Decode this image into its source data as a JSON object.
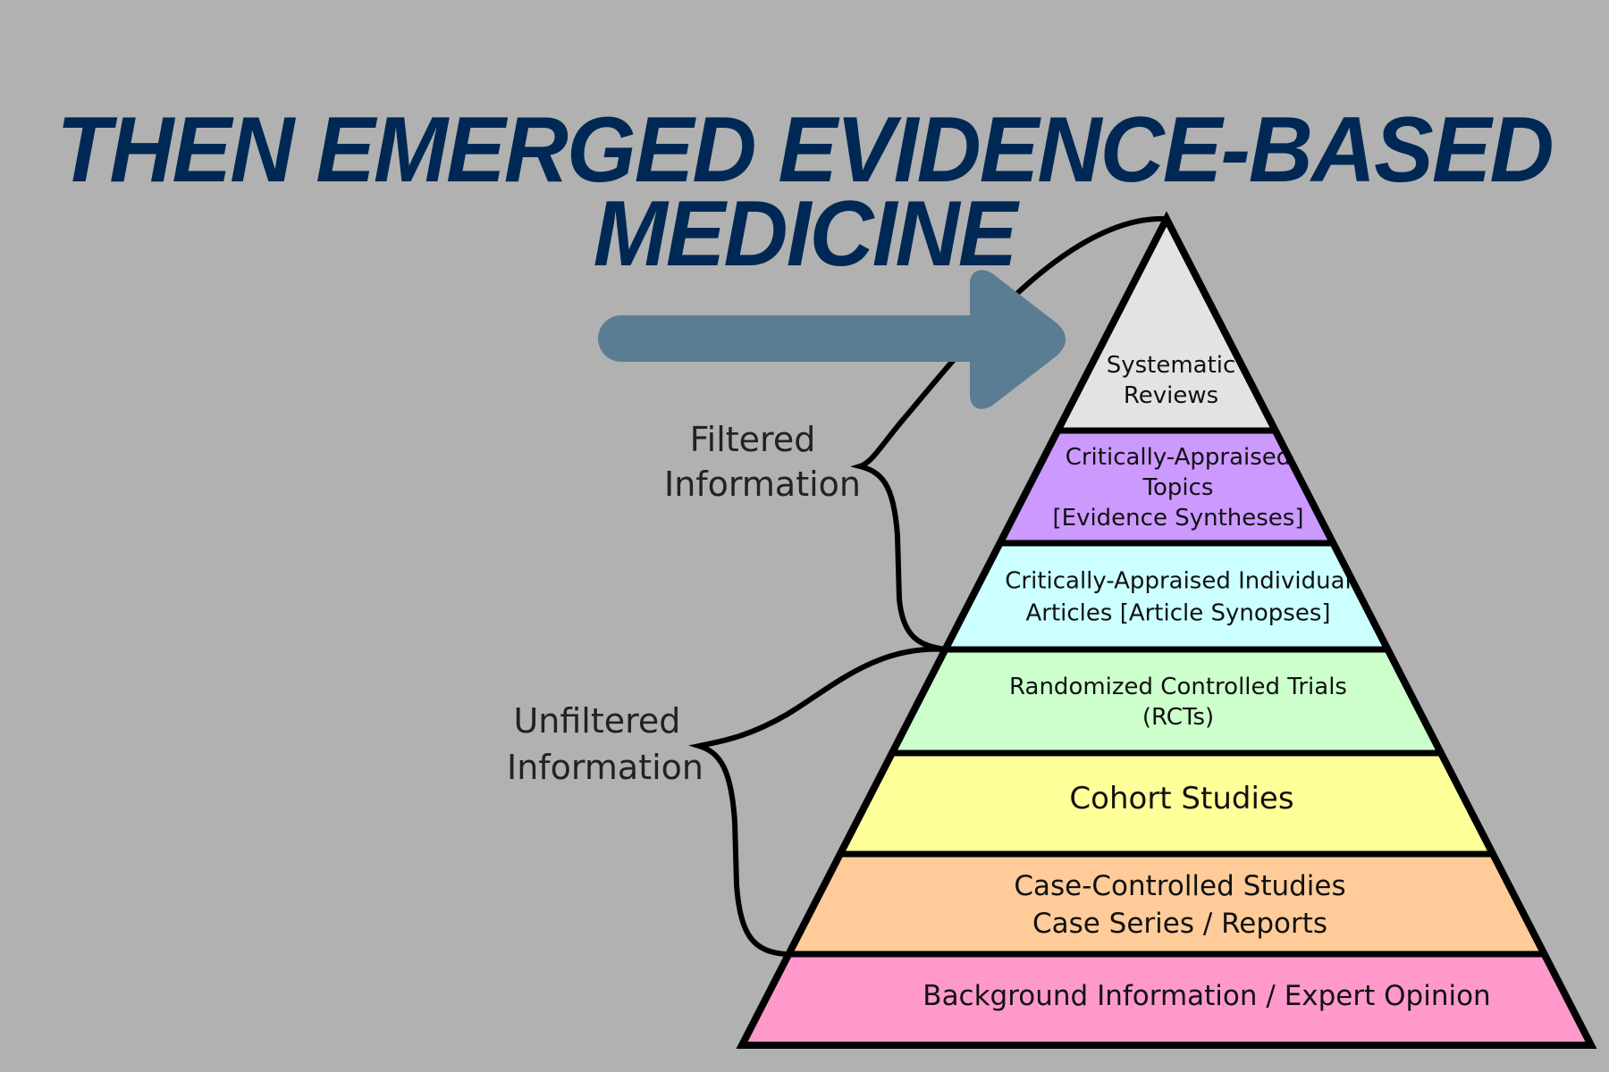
{
  "title": {
    "line1": "THEN EMERGED EVIDENCE-BASED",
    "line2": "MEDICINE"
  },
  "colors": {
    "background": "#b0b1b0",
    "title": "#002855",
    "arrow": "#5b7d94",
    "outline": "#000000"
  },
  "arrow": {
    "icon": "right-arrow-icon",
    "direction": "right"
  },
  "braces": [
    {
      "id": "filtered",
      "lines": [
        "Filtered",
        "Information"
      ]
    },
    {
      "id": "unfiltered",
      "lines": [
        "Unfiltered",
        "Information"
      ]
    }
  ],
  "pyramid": {
    "tiers": [
      {
        "lines": [
          "Systematic",
          "Reviews"
        ],
        "fill": "#e3e3e3"
      },
      {
        "lines": [
          "Critically-Appraised",
          "Topics",
          "[Evidence Syntheses]"
        ],
        "fill": "#cc99ff"
      },
      {
        "lines": [
          "Critically-Appraised Individual",
          "Articles [Article Synopses]"
        ],
        "fill": "#ccffff"
      },
      {
        "lines": [
          "Randomized Controlled Trials",
          "(RCTs)"
        ],
        "fill": "#ccffcc"
      },
      {
        "lines": [
          "Cohort Studies"
        ],
        "fill": "#ffff99"
      },
      {
        "lines": [
          "Case-Controlled Studies",
          "Case Series / Reports"
        ],
        "fill": "#ffcc99"
      },
      {
        "lines": [
          "Background Information / Expert Opinion"
        ],
        "fill": "#ff99cc"
      }
    ]
  }
}
